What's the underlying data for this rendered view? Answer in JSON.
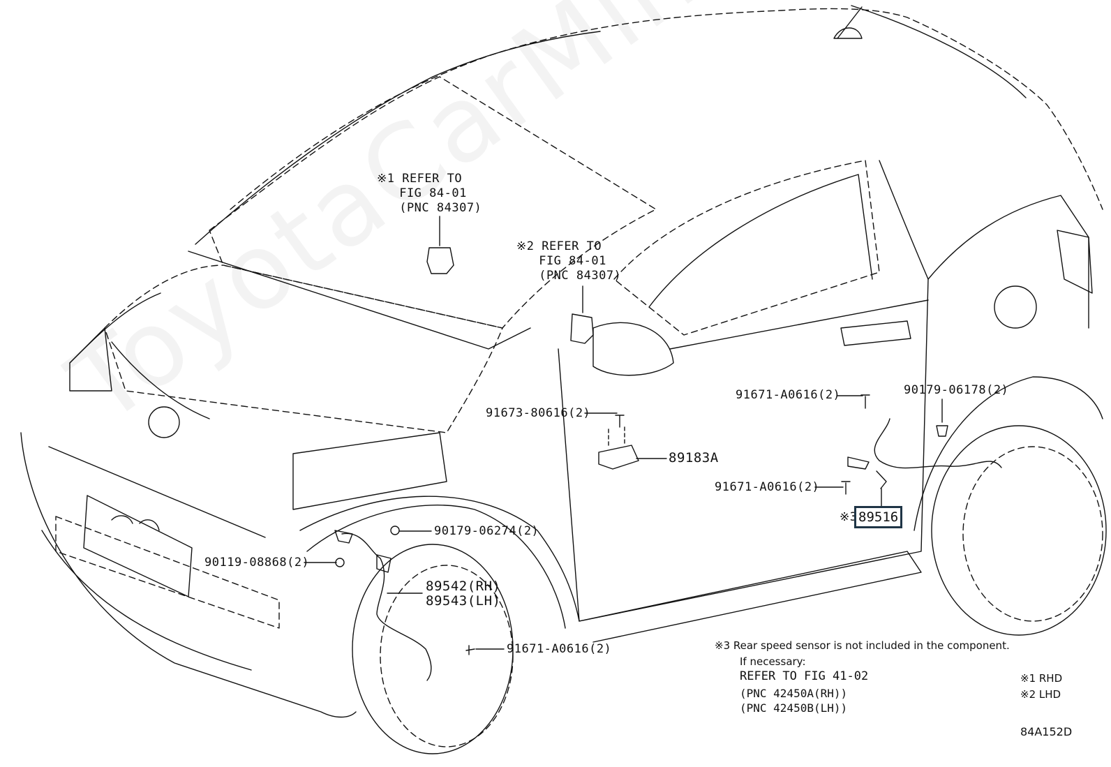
{
  "labels": {
    "ref1": "※1 REFER TO\n   FIG 84-01\n   (PNC 84307)",
    "ref2": "※2 REFER TO\n   FIG 84-01\n   (PNC 84307)",
    "p91671_a": "91671-A0616(2)",
    "p90179_06178": "90179-06178(2)",
    "p91673": "91673-80616(2)",
    "p89183A": "89183A",
    "p91671_b": "91671-A0616(2)",
    "p89516_mark": "※3",
    "p89516": "89516",
    "p90179_06274": "90179-06274(2)",
    "p90119": "90119-08868(2)",
    "p89542": "89542(RH)",
    "p89543": "89543(LH)",
    "p91671_c": "91671-A0616(2)"
  },
  "notes": {
    "rear_sensor": "※3 Rear speed sensor is not included in the component.",
    "if_necessary": "If necessary:",
    "refer_fig": "REFER TO FIG 41-02",
    "pnc_rh": "(PNC 42450A(RH))",
    "pnc_lh": "(PNC 42450B(LH))",
    "legend_rhd": "※1 RHD",
    "legend_lhd": "※2 LHD"
  },
  "figure_code": "84A152D",
  "watermark": "ToyotaCarMine.ru",
  "colors": {
    "line": "#111111",
    "highlight_border": "#1f3546",
    "background": "#ffffff"
  }
}
